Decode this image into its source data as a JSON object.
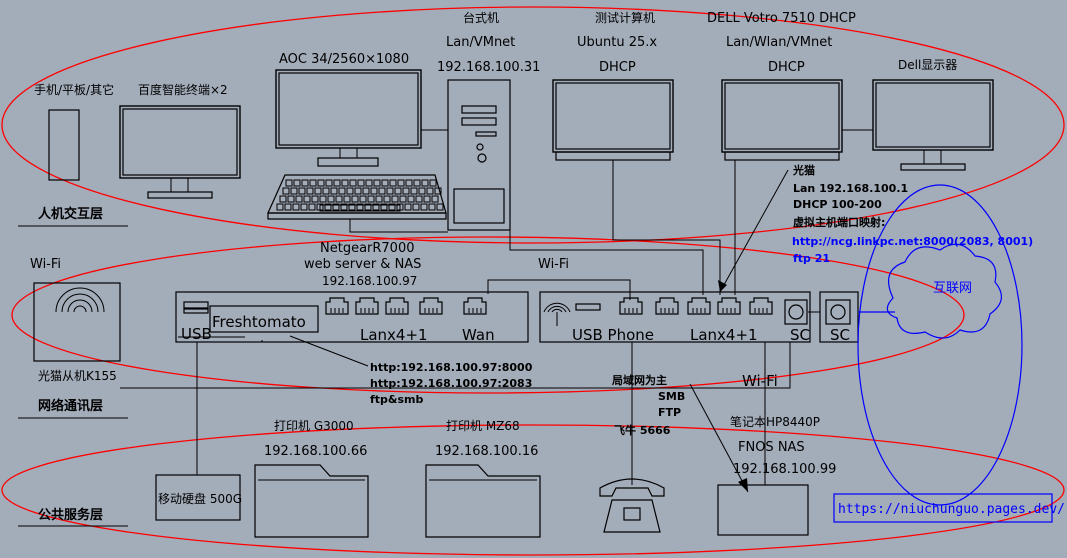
{
  "layers": {
    "human": "人机交互层",
    "network": "网络通讯层",
    "public": "公共服务层"
  },
  "devices": {
    "phone": "手机/平板/其它",
    "baidu": "百度智能终端×2",
    "aoc": "AOC 34/2560×1080",
    "desktop": {
      "name": "台式机",
      "conn": "Lan/VMnet",
      "ip": "192.168.100.31"
    },
    "test_pc": {
      "name": "测试计算机",
      "os": "Ubuntu 25.x",
      "ip": "DHCP"
    },
    "dell_votro": {
      "name": "DELL Votro 7510 DHCP",
      "conn": "Lan/Wlan/VMnet",
      "ip": "DHCP"
    },
    "dell_monitor": "Dell显示器",
    "router": {
      "model": "NetgearR7000",
      "role": "web server & NAS",
      "ip": "192.168.100.97",
      "firmware": "Freshtomato",
      "usb": "USB",
      "lan": "Lanx4+1",
      "wan": "Wan"
    },
    "wifi_left": "Wi-Fi",
    "wifi_mid": "Wi-Fi",
    "wifi_bottom": "Wi-Fi",
    "optical_slave": "光猫从机K155",
    "modem_panel": {
      "usb_phone": "USB Phone",
      "lan": "Lanx4+1",
      "sc1": "SC",
      "sc2": "SC"
    },
    "modem_info": {
      "title": "光猫",
      "lan": "Lan 192.168.100.1",
      "dhcp": "DHCP 100-200",
      "mapping": "虚拟主机端口映射:",
      "url": "http://ncg.linkpc.net:8000(2083, 8001)",
      "ftp": "ftp 21"
    },
    "internet": "互联网",
    "router_services": [
      "http:192.168.100.97:8000",
      "http:192.168.100.97:2083",
      "ftp&smb"
    ],
    "lan_main": "局域网为主",
    "smb": "SMB",
    "ftp": "FTP",
    "feiniu": "飞牛 5666",
    "laptop": {
      "name": "笔记本HP8440P",
      "nas": "FNOS NAS",
      "ip": "192.168.100.99"
    },
    "hdd": "移动硬盘 500G",
    "printer1": {
      "name": "打印机 G3000",
      "ip": "192.168.100.66"
    },
    "printer2": {
      "name": "打印机 MZ68",
      "ip": "192.168.100.16"
    },
    "website": "https://niuchunguo.pages.dev/"
  }
}
